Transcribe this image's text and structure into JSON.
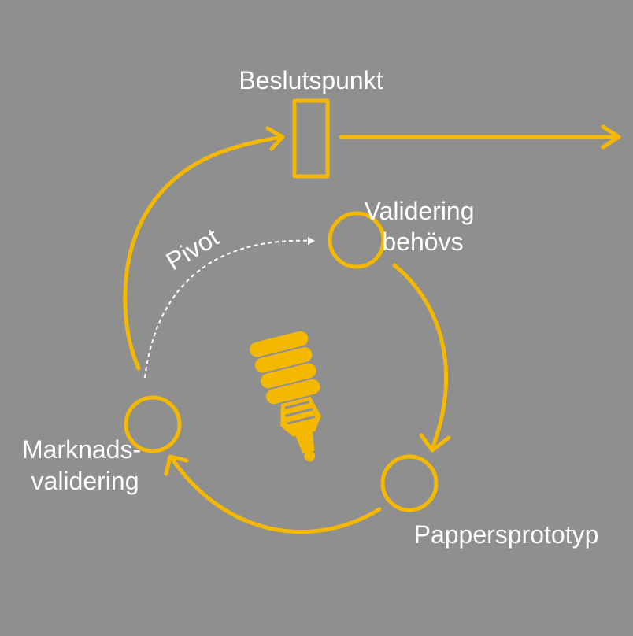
{
  "colors": {
    "background": "#8f8f8f",
    "accent": "#f5b800",
    "text": "#ffffff",
    "pivot": "#ffffff"
  },
  "labels": {
    "decision_point": "Beslutspunkt",
    "validation_needed_line1": "Validering",
    "validation_needed_line2": "behövs",
    "paper_prototype": "Pappersprototyp",
    "market_validation_line1": "Marknads-",
    "market_validation_line2": "validering",
    "pivot": "Pivot"
  },
  "icons": {
    "center": "lightbulb-icon"
  }
}
